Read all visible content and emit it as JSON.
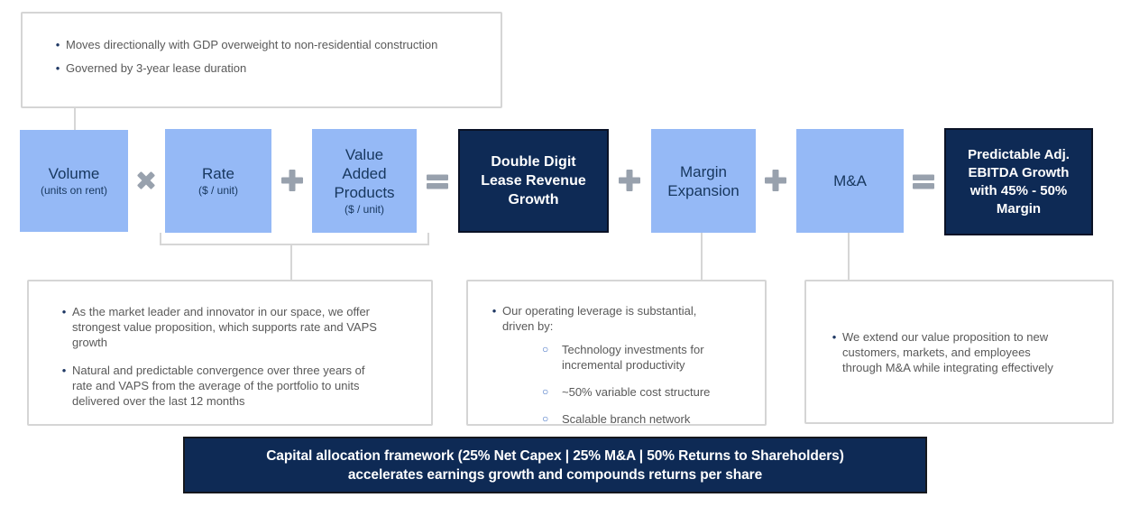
{
  "colors": {
    "light_blue_box": "#95b9f6",
    "dark_navy_box": "#0e2a55",
    "box_text_dark": "#17375e",
    "operator_gray": "#98a1ad",
    "connector_gray": "#d6d6d6",
    "callout_border": "#d5d5d5",
    "callout_text": "#595959",
    "bullet_marker": "#1f3864",
    "sub_bullet_marker": "#4472c4"
  },
  "top_callout": {
    "bullets": [
      "Moves directionally with GDP overweight to non-residential construction",
      "Governed by 3-year lease duration"
    ]
  },
  "formula": {
    "volume": {
      "title": "Volume",
      "subtitle": "(units on rent)"
    },
    "rate": {
      "title": "Rate",
      "subtitle": "($ / unit)"
    },
    "vaps": {
      "title": "Value\nAdded\nProducts",
      "subtitle": "($ / unit)"
    },
    "lease_revenue": {
      "title": "Double Digit\nLease Revenue\nGrowth"
    },
    "margin_expansion": {
      "title": "Margin\nExpansion"
    },
    "ma": {
      "title": "M&A"
    },
    "ebitda": {
      "title": "Predictable Adj.\nEBITDA Growth\nwith 45% - 50%\nMargin"
    },
    "operators": {
      "multiply": "multiply",
      "plus": "plus",
      "equals": "equals"
    }
  },
  "left_callout": {
    "bullets": [
      "As the market leader and innovator in our space, we offer\nstrongest value proposition, which supports rate and VAPS\ngrowth",
      "Natural and predictable convergence over three years of\nrate and VAPS from the average of the portfolio to units\ndelivered over the last 12 months"
    ]
  },
  "middle_callout": {
    "bullet": "Our operating leverage is substantial,\ndriven by:",
    "sub_bullets": [
      "Technology investments for\nincremental productivity",
      "~50% variable cost structure",
      "Scalable branch network"
    ]
  },
  "right_callout": {
    "bullets": [
      "We extend our value proposition to new\ncustomers, markets, and employees\nthrough M&A while integrating effectively"
    ]
  },
  "banner": {
    "text": "Capital allocation framework (25% Net Capex | 25% M&A | 50% Returns to Shareholders)\naccelerates earnings growth and compounds returns per share"
  }
}
